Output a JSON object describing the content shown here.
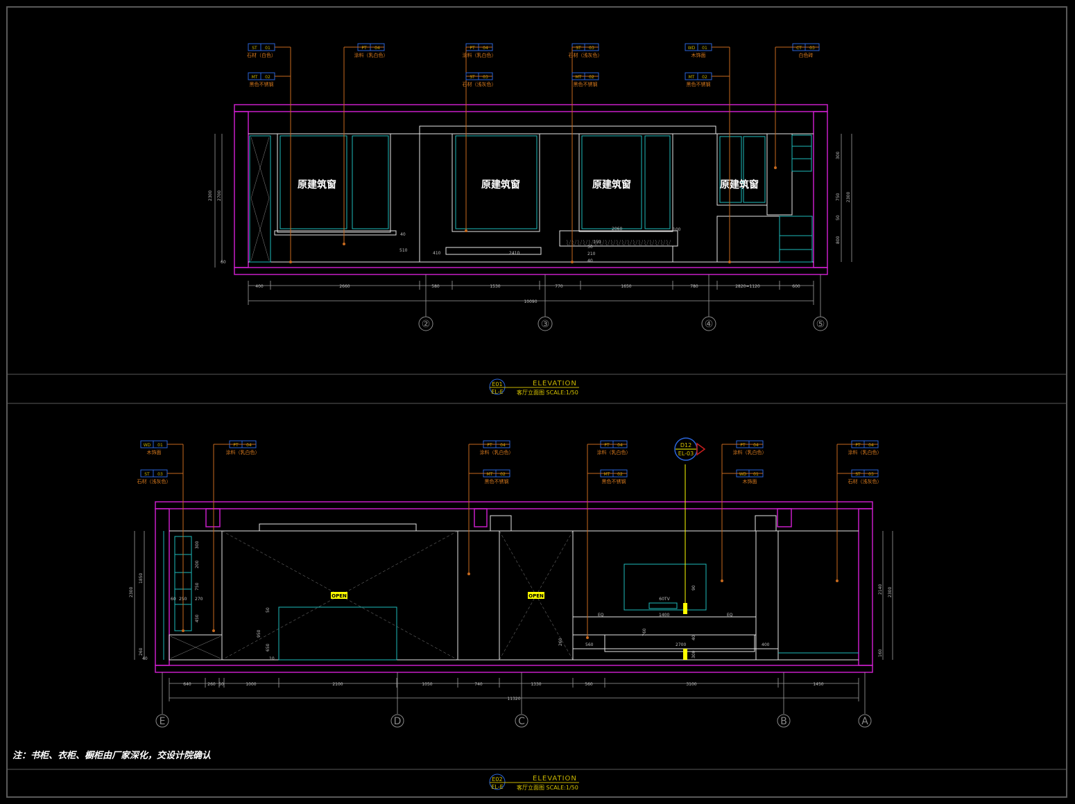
{
  "elevation_top": {
    "tags": [
      {
        "code": "ST",
        "num": "01",
        "desc": "石材（白色）"
      },
      {
        "code": "MT",
        "num": "02",
        "desc": "黑色不锈钢"
      },
      {
        "code": "PT",
        "num": "04",
        "desc": "涂料（乳白色）"
      },
      {
        "code": "PT",
        "num": "04",
        "desc": "涂料（乳白色）"
      },
      {
        "code": "ST",
        "num": "03",
        "desc": "石材（浅灰色）"
      },
      {
        "code": "ST",
        "num": "03",
        "desc": "石材（浅灰色）"
      },
      {
        "code": "MT",
        "num": "02",
        "desc": "黑色不锈钢"
      },
      {
        "code": "WD",
        "num": "01",
        "desc": "木饰面"
      },
      {
        "code": "MT",
        "num": "02",
        "desc": "黑色不锈钢"
      },
      {
        "code": "CT",
        "num": "03",
        "desc": "白色砖"
      }
    ],
    "window_labels": [
      "原建筑窗",
      "原建筑窗",
      "原建筑窗",
      "原建筑窗"
    ],
    "dims_bottom": [
      "400",
      "2660",
      "580",
      "1530",
      "770",
      "1650",
      "780",
      "2820=1120",
      "600"
    ],
    "dim_total": "10090",
    "dims_inner": [
      "410",
      "2410",
      "2060",
      "150",
      "100",
      "40",
      "510",
      "40",
      "210",
      "50"
    ],
    "dims_left": [
      "2300",
      "2700",
      "60"
    ],
    "dims_right": [
      "300",
      "750",
      "50",
      "800",
      "2300"
    ],
    "grid_labels": [
      "②",
      "③",
      "④",
      "⑤"
    ],
    "title": {
      "code": "E01",
      "sheet": "EL-E",
      "label": "ELEVATION",
      "sub": "客厅立面图  SCALE:1/50"
    }
  },
  "elevation_bottom": {
    "tags": [
      {
        "code": "WD",
        "num": "01",
        "desc": "木饰面"
      },
      {
        "code": "ST",
        "num": "03",
        "desc": "石材（浅灰色）"
      },
      {
        "code": "PT",
        "num": "04",
        "desc": "涂料（乳白色）"
      },
      {
        "code": "PT",
        "num": "04",
        "desc": "涂料（乳白色）"
      },
      {
        "code": "MT",
        "num": "02",
        "desc": "黑色不锈钢"
      },
      {
        "code": "PT",
        "num": "04",
        "desc": "涂料（乳白色）"
      },
      {
        "code": "MT",
        "num": "02",
        "desc": "黑色不锈钢"
      },
      {
        "code": "PT",
        "num": "04",
        "desc": "涂料（乳白色）"
      },
      {
        "code": "WD",
        "num": "01",
        "desc": "木饰面"
      },
      {
        "code": "PT",
        "num": "04",
        "desc": "涂料（乳白色）"
      },
      {
        "code": "ST",
        "num": "03",
        "desc": "石材（浅灰色）"
      }
    ],
    "section_marker": {
      "top": "D12",
      "bottom": "EL-03"
    },
    "open_labels": [
      "OPEN",
      "OPEN"
    ],
    "tv_label": "60TV",
    "dims_bottom": [
      "640",
      "260",
      "50",
      "1000",
      "2100",
      "1050",
      "740",
      "1330",
      "560",
      "3100",
      "1450"
    ],
    "dim_total": "11320",
    "dims_inner": [
      "EQ",
      "1400",
      "EQ",
      "2700",
      "400",
      "560",
      "260",
      "90",
      "40",
      "950",
      "50",
      "650",
      "10",
      "760",
      "300"
    ],
    "dims_left": [
      "2300",
      "1850",
      "750",
      "60",
      "250",
      "270",
      "450",
      "200",
      "300",
      "260",
      "40"
    ],
    "dims_right": [
      "2140",
      "2300",
      "160"
    ],
    "grid_labels": [
      "E",
      "D",
      "C",
      "B",
      "A"
    ],
    "note": "注：书柜、衣柜、橱柜由厂家深化，交设计院确认",
    "title": {
      "code": "E02",
      "sheet": "EL-E",
      "label": "ELEVATION",
      "sub": "客厅立面图  SCALE:1/50"
    }
  }
}
